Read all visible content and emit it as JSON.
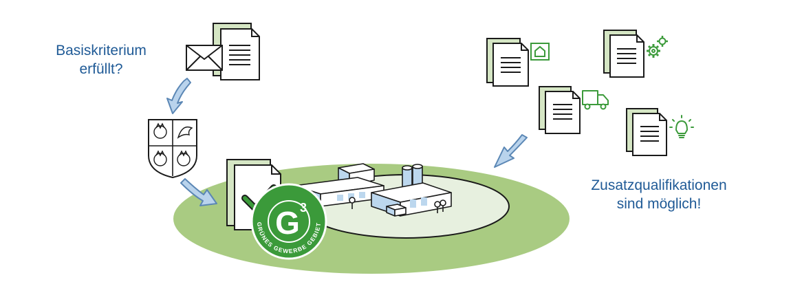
{
  "labels": {
    "basis_line1": "Basiskriterium",
    "basis_line2": "erfüllt?",
    "zusatz_line1": "Zusatzqualifikationen",
    "zusatz_line2": "sind möglich!"
  },
  "seal": {
    "mark": "G",
    "superscript": "3",
    "ring_text": "GRÜNES GEWERBE GEBIET"
  },
  "colors": {
    "text_blue": "#1f5a96",
    "green_accent": "#3b9a3a",
    "field_green": "#a9cb82",
    "doc_green": "#d5e6c4",
    "arrow_fill": "#b9d3ec",
    "arrow_stroke": "#5b87b5",
    "building_blue": "#bcd7ee"
  },
  "icons": [
    "envelope-icon",
    "coat-of-arms-icon",
    "checkmark-icon",
    "house-icon",
    "gears-icon",
    "truck-icon",
    "lightbulb-icon"
  ]
}
